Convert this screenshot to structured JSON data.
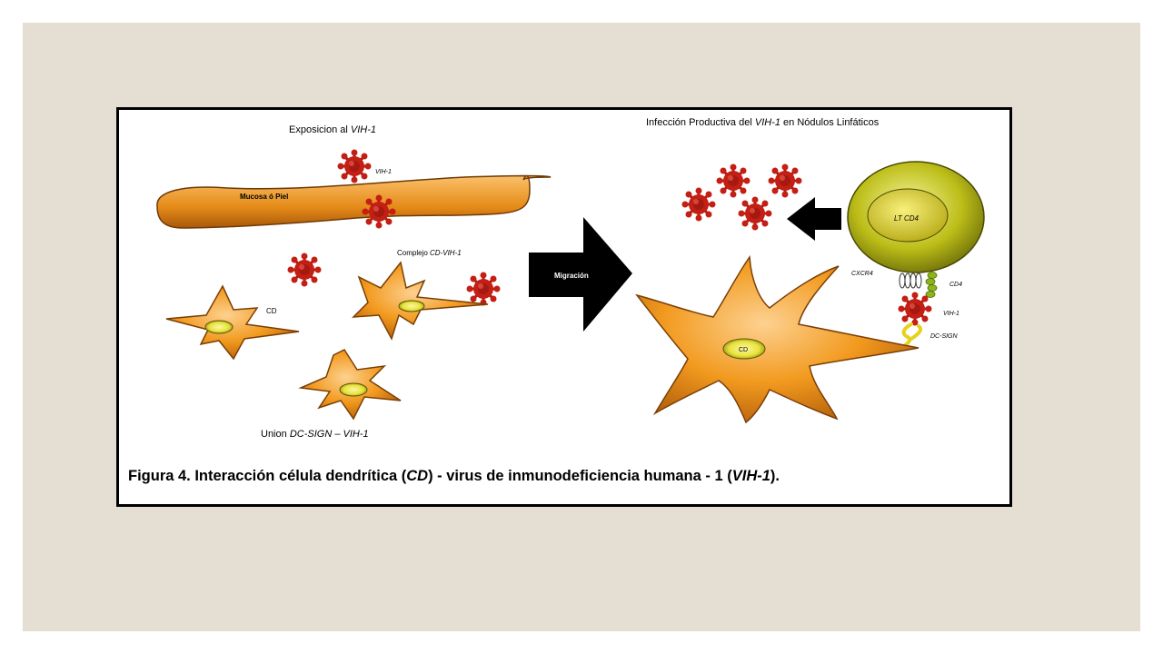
{
  "figure": {
    "labels": {
      "exposure_prefix": "Exposicion al",
      "exposure_virus": "VIH-1",
      "productive_prefix": "Infección Productiva del",
      "productive_virus": "VIH-1",
      "productive_suffix": "en Nódulos Linfáticos",
      "virus_tag_top": "VIH-1",
      "mucosa": "Mucosa ó Piel",
      "complex_prefix": "Complejo",
      "complex_term": "CD-VIH-1",
      "cd_left": "CD",
      "union_prefix": "Union",
      "union_term": "DC-SIGN – VIH-1",
      "migration": "Migración",
      "lt_cd4": "LT CD4",
      "cxcr4": "CXCR4",
      "cd4": "CD4",
      "virus_tag_right": "VIH-1",
      "dc_sign": "DC-SIGN",
      "cd_big": "CD"
    },
    "caption": {
      "main": "Figura 4. Interacción célula dendrítica (",
      "cd": "CD",
      "middle": ") - virus de inmunodeficiencia humana - 1 (",
      "vih": "VIH-1",
      "end": ")."
    }
  },
  "colors": {
    "slide_background": "#e5ded3",
    "cell_orange": "#f29a1f",
    "virus_red": "#c41f14",
    "nucleus_yellow": "#e8e33a",
    "lymphocyte_green": "#b9bb18"
  }
}
